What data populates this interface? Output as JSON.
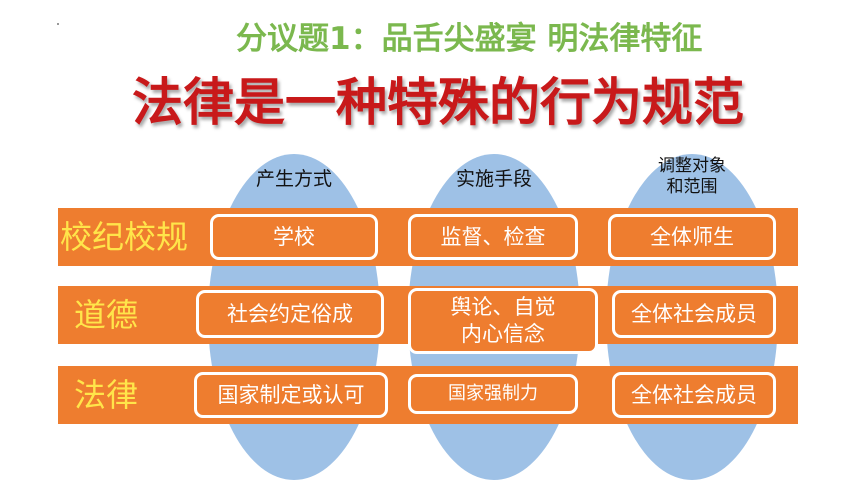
{
  "subtitle": "分议题1：品舌尖盛宴 明法律特征",
  "title": "法律是一种特殊的行为规范",
  "columns": [
    {
      "header": "产生方式"
    },
    {
      "header": "实施手段"
    },
    {
      "header_line1": "调整对象",
      "header_line2": "和范围"
    }
  ],
  "rows": [
    {
      "label": "校纪校规",
      "cells": [
        "学校",
        "监督、检查",
        "全体师生"
      ]
    },
    {
      "label": "道德",
      "cells": [
        "社会约定俗成",
        [
          "舆论、自觉",
          "内心信念"
        ],
        "全体社会成员"
      ]
    },
    {
      "label": "法律",
      "cells": [
        "国家制定或认可",
        "国家强制力",
        "全体社会成员"
      ]
    }
  ],
  "colors": {
    "subtitle": "#7bb84e",
    "title": "#c8191a",
    "band": "#ee7d2f",
    "row_label": "#ffe54a",
    "ellipse": "#9ec1e6",
    "cell_border": "#ffffff"
  }
}
